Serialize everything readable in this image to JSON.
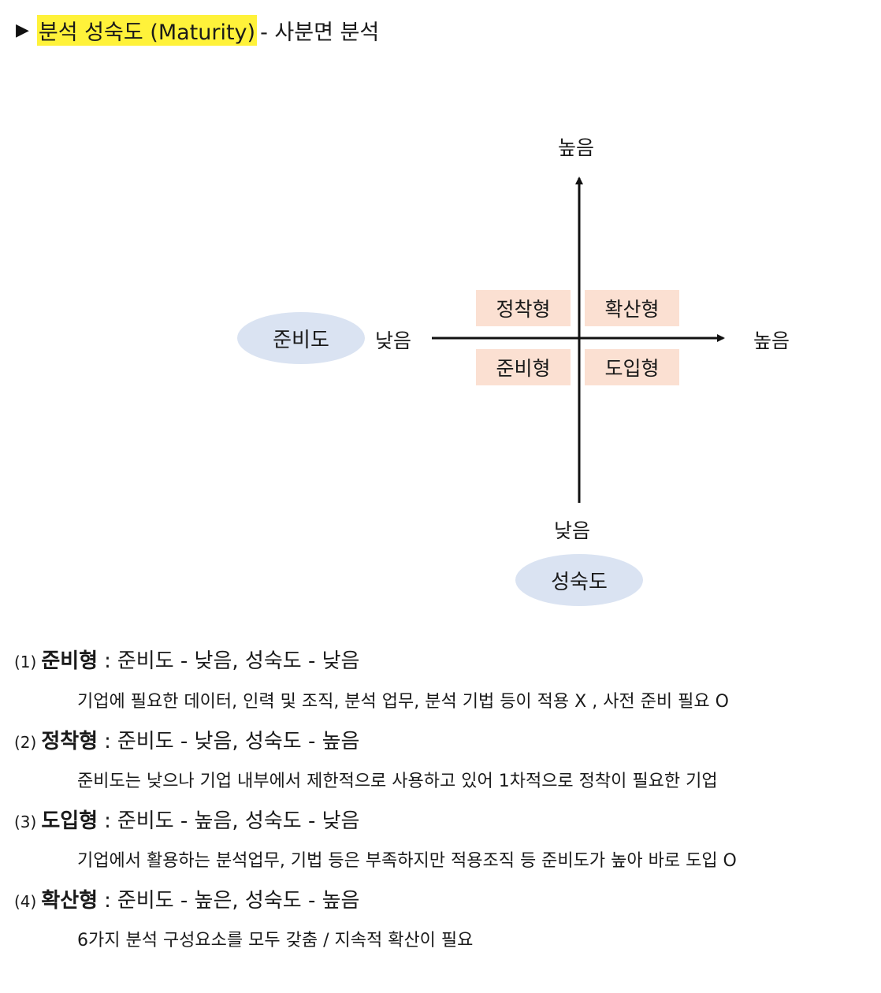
{
  "header": {
    "marker": "▶",
    "highlight": "분석 성숙도 (Maturity)",
    "rest": " - 사분면 분석"
  },
  "diagram": {
    "y_high": "높음",
    "y_low": "낮음",
    "x_low": "낮음",
    "x_high": "높음",
    "x_axis_name": "준비도",
    "y_axis_name": "성숙도",
    "quadrants": {
      "top_left": "정착형",
      "top_right": "확산형",
      "bottom_left": "준비형",
      "bottom_right": "도입형"
    }
  },
  "items": [
    {
      "num": "(1)",
      "name": "준비형",
      "criteria": "준비도 - 낮음, 성숙도 - 낮음",
      "desc": "기업에 필요한 데이터, 인력 및 조직, 분석 업무, 분석 기법 등이 적용 X , 사전 준비 필요 O"
    },
    {
      "num": "(2)",
      "name": "정착형",
      "criteria": "준비도 - 낮음, 성숙도 - 높음",
      "desc": "준비도는 낮으나 기업 내부에서 제한적으로 사용하고 있어 1차적으로 정착이 필요한 기업"
    },
    {
      "num": "(3)",
      "name": "도입형",
      "criteria": "준비도 - 높음, 성숙도 - 낮음",
      "desc": "기업에서 활용하는 분석업무, 기법 등은 부족하지만 적용조직 등 준비도가 높아 바로 도입 O"
    },
    {
      "num": "(4)",
      "name": "확산형",
      "criteria": "준비도 - 높은, 성숙도 - 높음",
      "desc": "6가지 분석 구성요소를 모두 갖춤 / 지속적 확산이 필요"
    }
  ],
  "colors": {
    "highlight": "#fff23a",
    "quadrant_fill": "#fbe0d2",
    "ellipse_fill": "#dae3f2"
  }
}
